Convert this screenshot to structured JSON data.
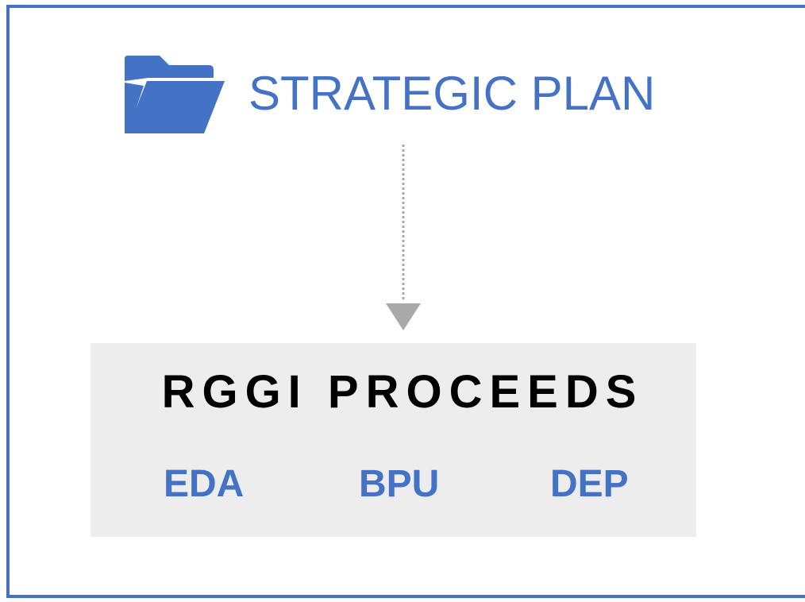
{
  "diagram": {
    "top_node": {
      "label": "STRATEGIC PLAN",
      "icon": "folder-icon"
    },
    "connector": {
      "style": "dotted",
      "direction": "down"
    },
    "bottom_node": {
      "title": "RGGI PROCEEDS",
      "agencies": [
        "EDA",
        "BPU",
        "DEP"
      ]
    }
  },
  "colors": {
    "accent": "#4472C4",
    "box_fill": "#ededed",
    "arrow": "#aaaaaa",
    "title_text": "#000000"
  }
}
